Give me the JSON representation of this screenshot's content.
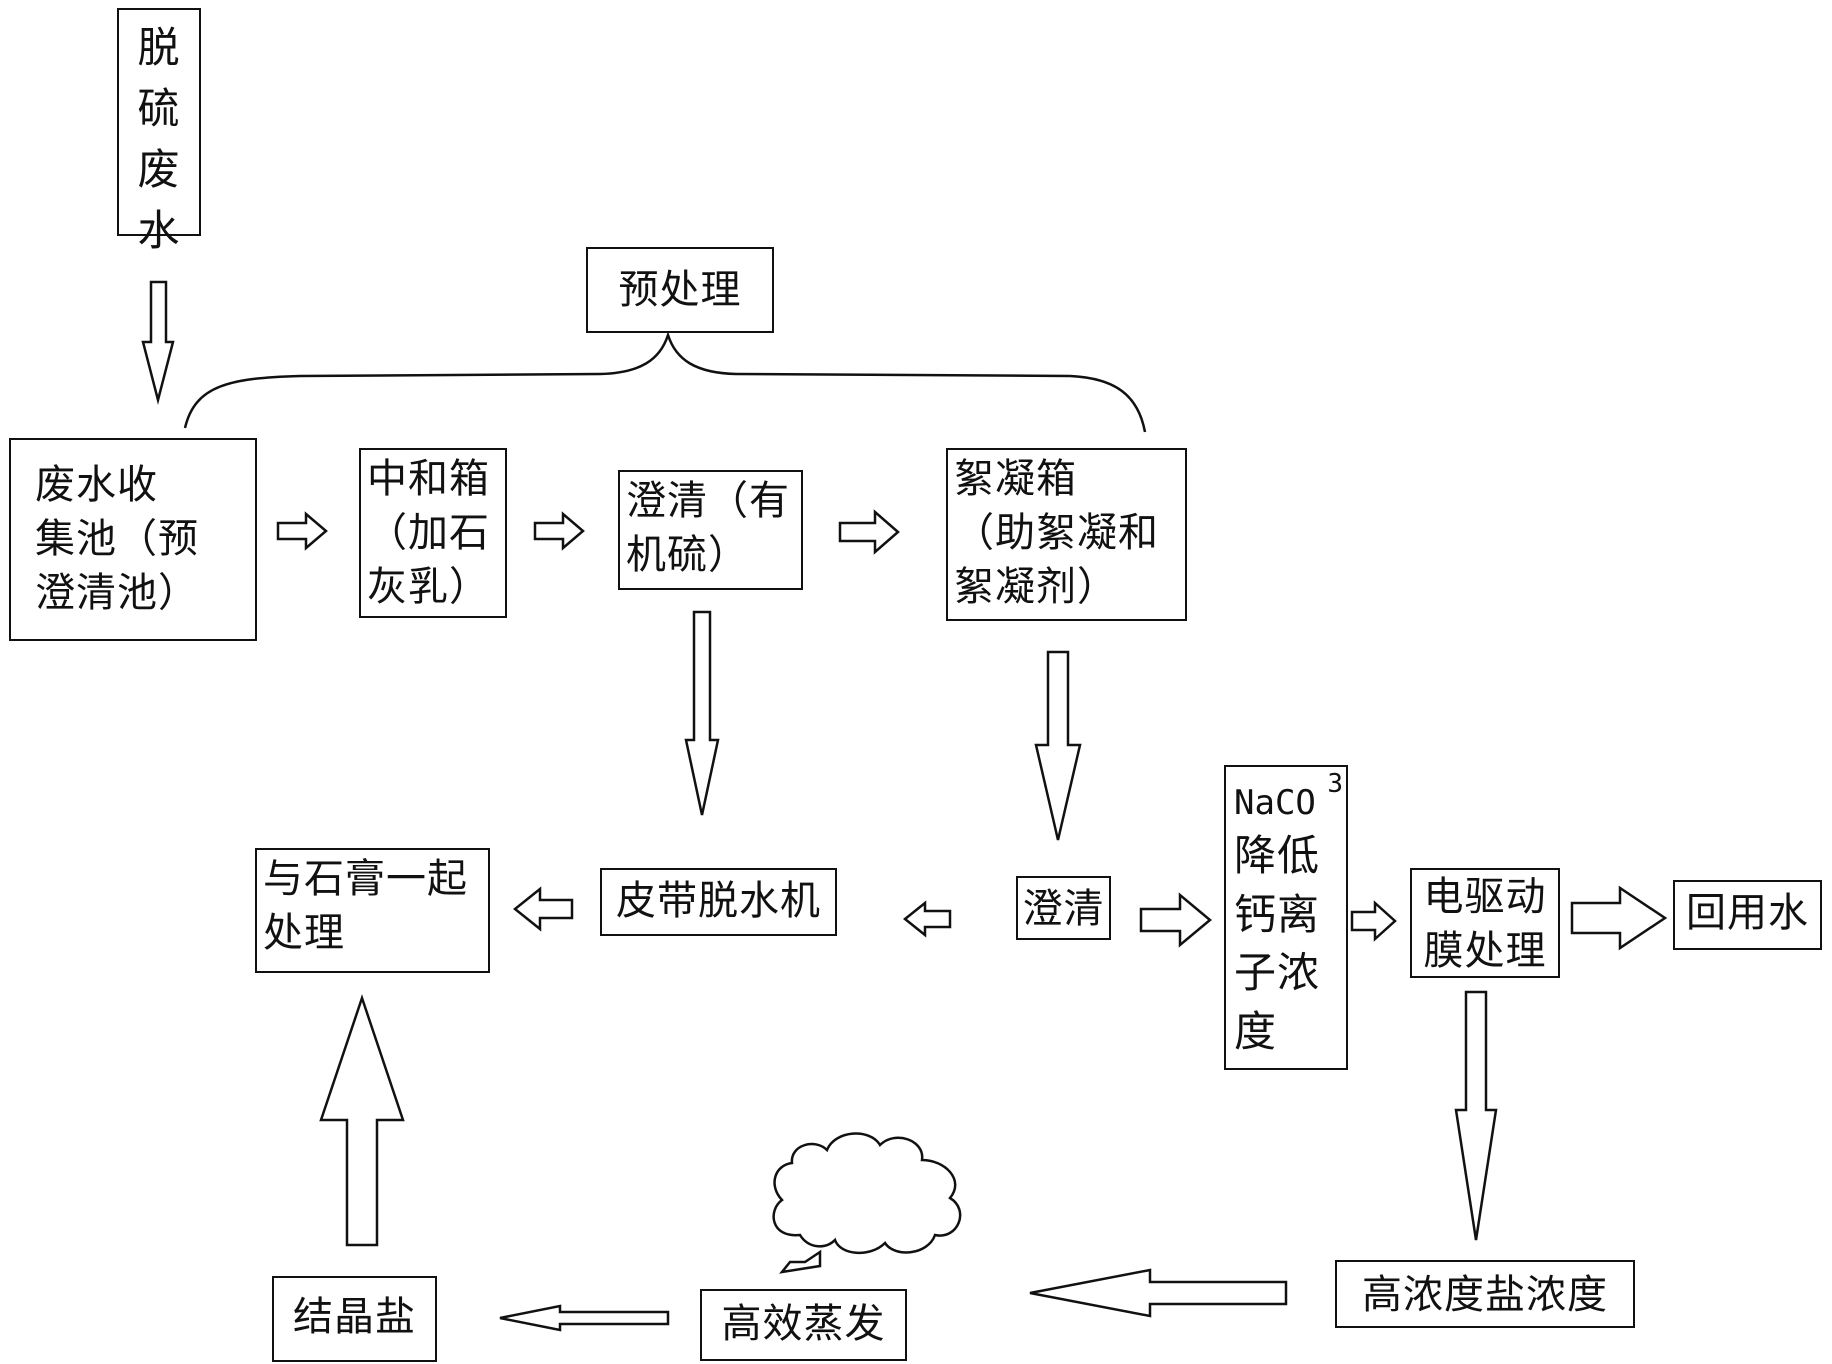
{
  "nodes": {
    "desulfurization_wastewater": "脱\n硫\n废\n水",
    "pretreatment": "预处理",
    "collection_tank": "废水收\n集池（预\n澄清池）",
    "neutralization_tank": "中和箱\n（加石\n灰乳）",
    "clarification_organic_sulfur": "澄清（有\n机硫）",
    "flocculation_tank": "絮凝箱\n（助絮凝和\n絮凝剂）",
    "gypsum_treatment": "与石膏一起\n处理",
    "belt_dewatering": "皮带脱水机",
    "clarification": "澄清",
    "calcium_reduction_formula": "NaCO",
    "calcium_reduction_subscript": "3",
    "calcium_reduction_text": "降低\n钙离\n子浓\n度",
    "electrodialysis": "电驱动\n膜处理",
    "reuse_water": "回用水",
    "crystal_salt": "结晶盐",
    "evaporation": "高效蒸发",
    "high_salt": "高浓度盐浓度"
  },
  "colors": {
    "line": "#111111",
    "fill": "#ffffff"
  }
}
